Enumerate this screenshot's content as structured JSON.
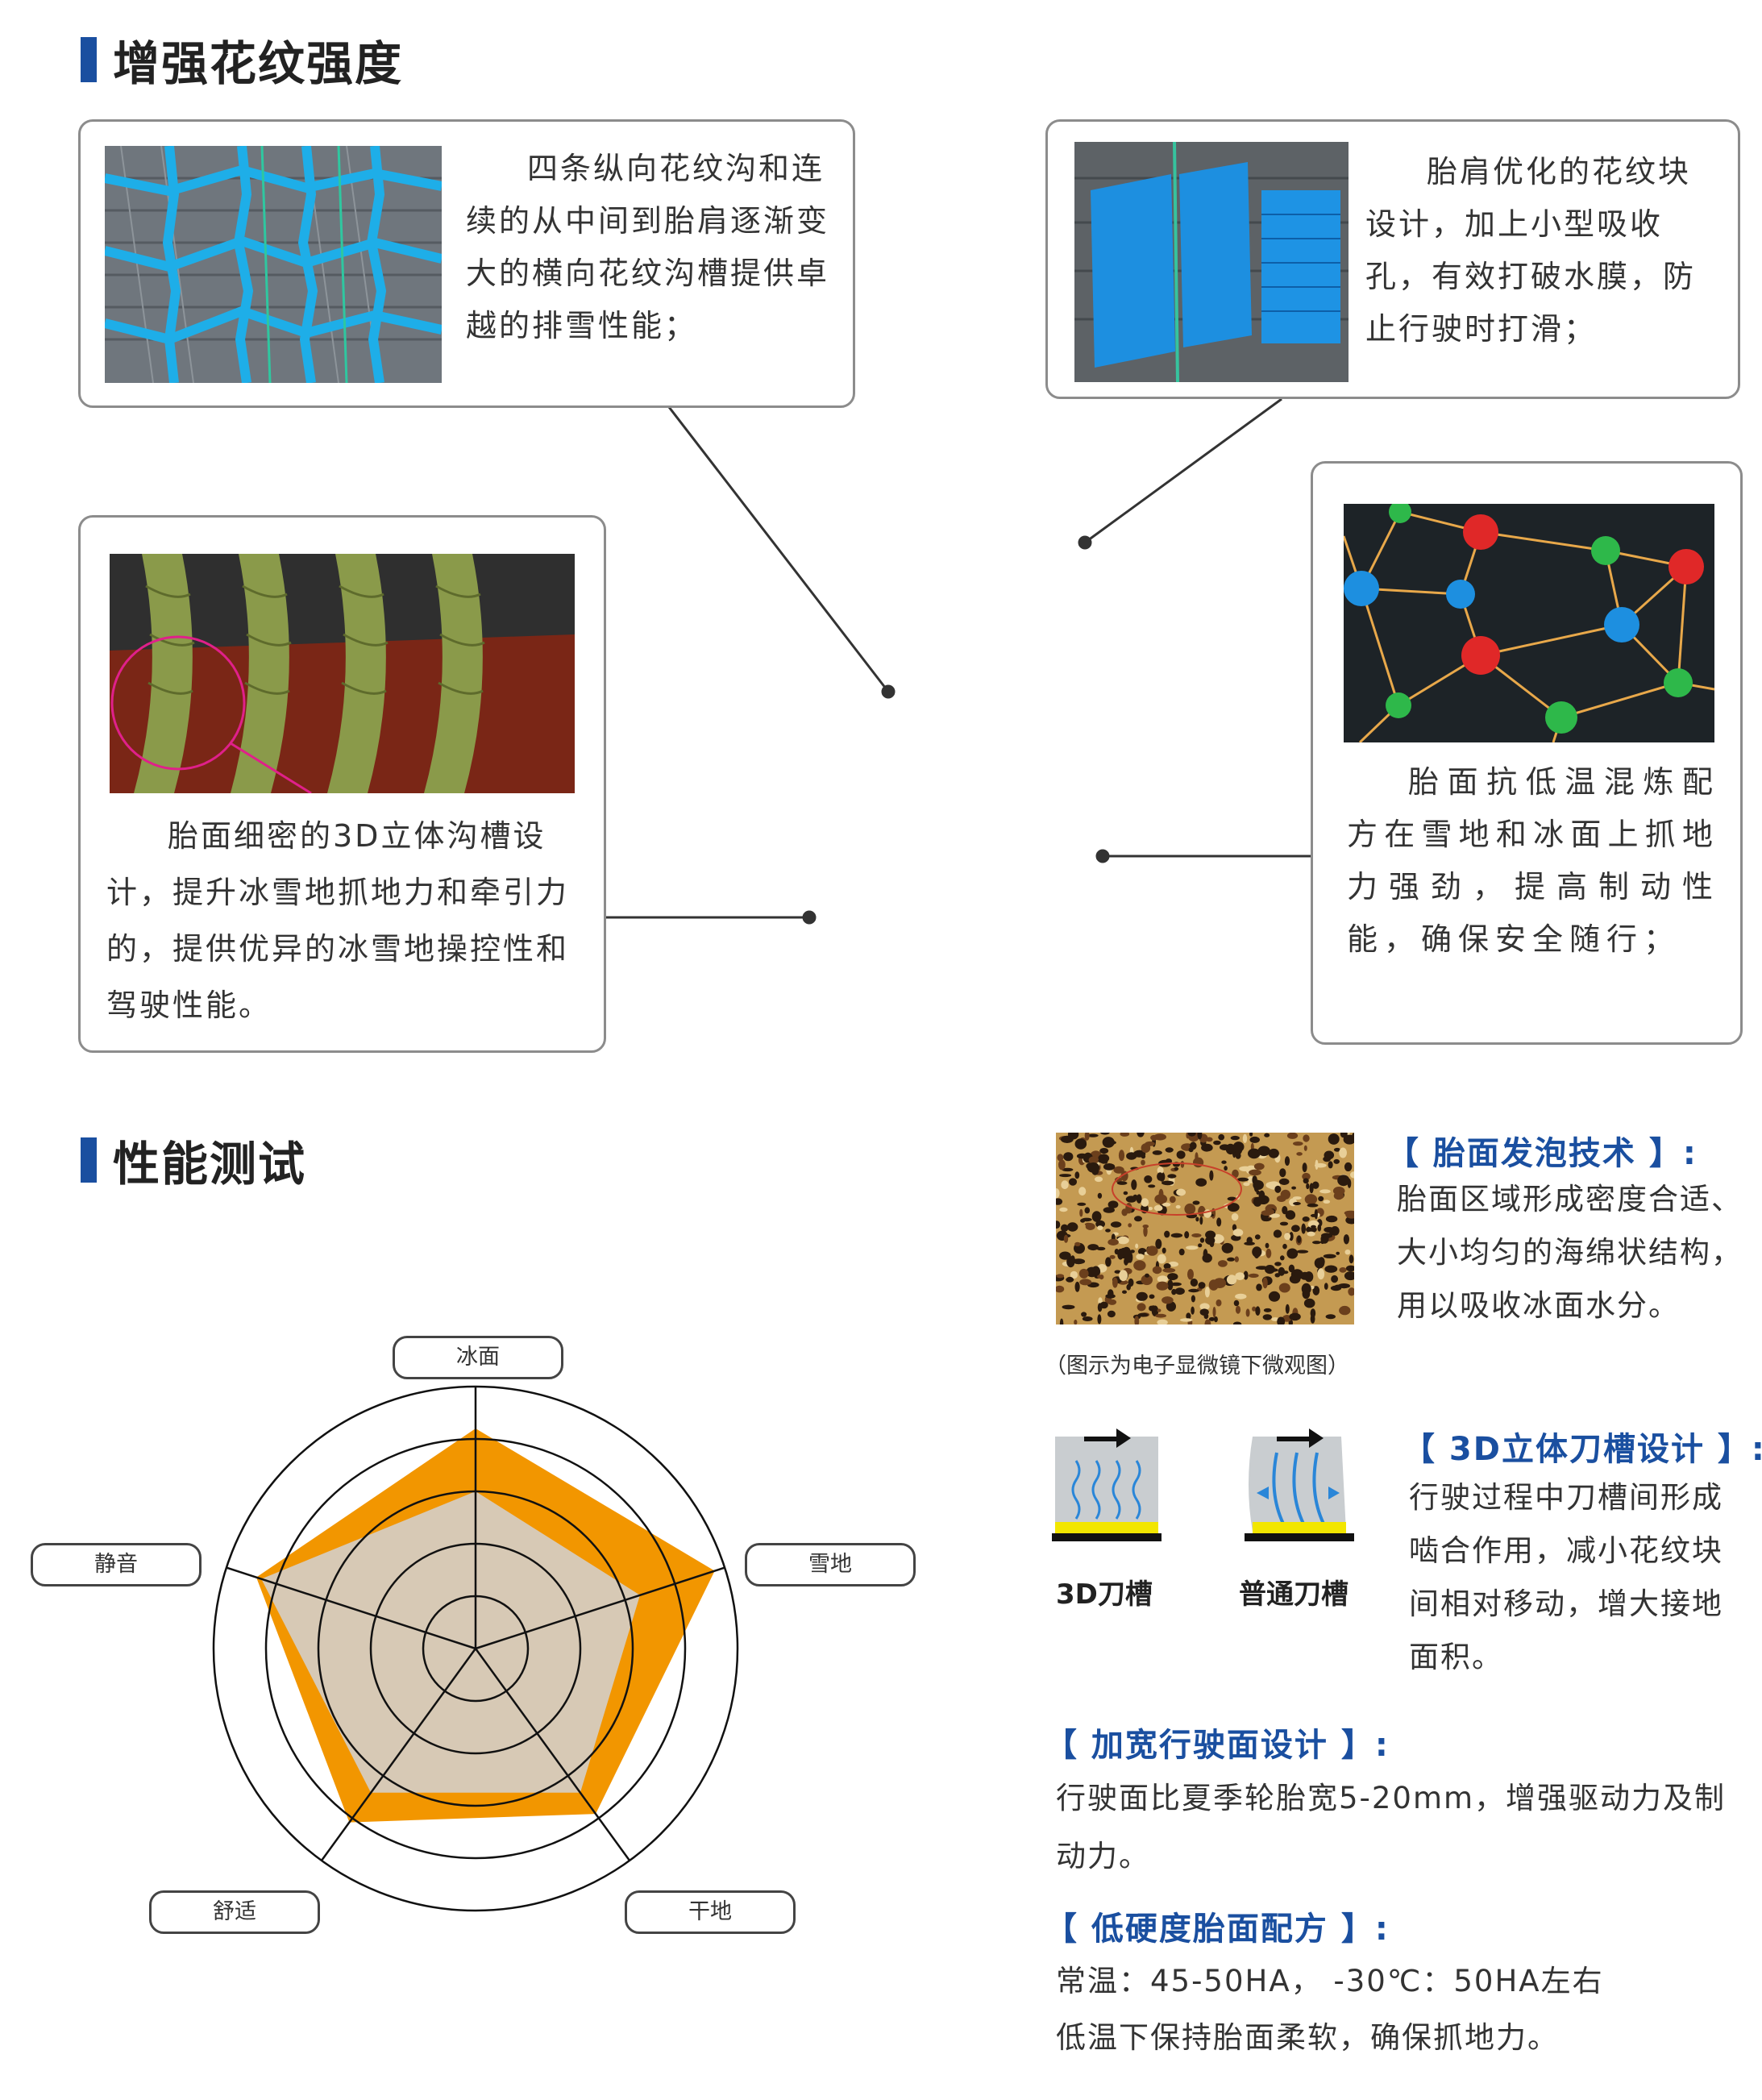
{
  "section1": {
    "title": "增强花纹强度"
  },
  "cards": {
    "tread_grooves": "四条纵向花纹沟和连续的从中间到胎肩逐渐变大的横向花纹沟槽提供卓越的排雪性能；",
    "shoulder_blocks": "胎肩优化的花纹块设计，加上小型吸收孔，有效打破水膜，防止行驶时打滑；",
    "sipe_3d": "胎面细密的3D立体沟槽设计，提升冰雪地抓地力和牵引力的，提供优异的冰雪地操控性和驾驶性能。",
    "compound": "胎面抗低温混炼配方在雪地和冰面上抓地力强劲，提高制动性能，确保安全随行；"
  },
  "section2": {
    "title": "性能测试"
  },
  "radar": {
    "labels": {
      "ice": "冰面",
      "snow": "雪地",
      "dry": "干地",
      "comfort": "舒适",
      "quiet": "静音"
    },
    "colors": {
      "product": "#f29600",
      "baseline": "#d7c9b5"
    }
  },
  "chart_data": {
    "type": "radar",
    "axes": [
      "冰面",
      "雪地",
      "干地",
      "舒适",
      "静音"
    ],
    "range": [
      0,
      5
    ],
    "series": [
      {
        "values": [
          4.2,
          4.8,
          3.9,
          4.1,
          4.4
        ]
      },
      {
        "values": [
          3.0,
          3.3,
          3.4,
          3.4,
          4.3
        ]
      }
    ]
  },
  "features": {
    "foam": {
      "title": "【 胎面发泡技术 】:",
      "text": "胎面区域形成密度合适、大小均匀的海绵状结构，用以吸收冰面水分。",
      "caption": "（图示为电子显微镜下微观图）"
    },
    "blade": {
      "title": "【 3D立体刀槽设计 】:",
      "text": "行驶过程中刀槽间形成啮合作用，减小花纹块间相对移动，增大接地面积。",
      "label_3d": "3D刀槽",
      "label_normal": "普通刀槽"
    },
    "wide": {
      "title": "【 加宽行驶面设计 】:",
      "text": "行驶面比夏季轮胎宽5-20mm，增强驱动力及制动力。"
    },
    "hardness": {
      "title": "【 低硬度胎面配方 】:",
      "line1": "常温：45-50HA， -30℃：50HA左右",
      "line2": "低温下保持胎面柔软，确保抓地力。"
    }
  }
}
